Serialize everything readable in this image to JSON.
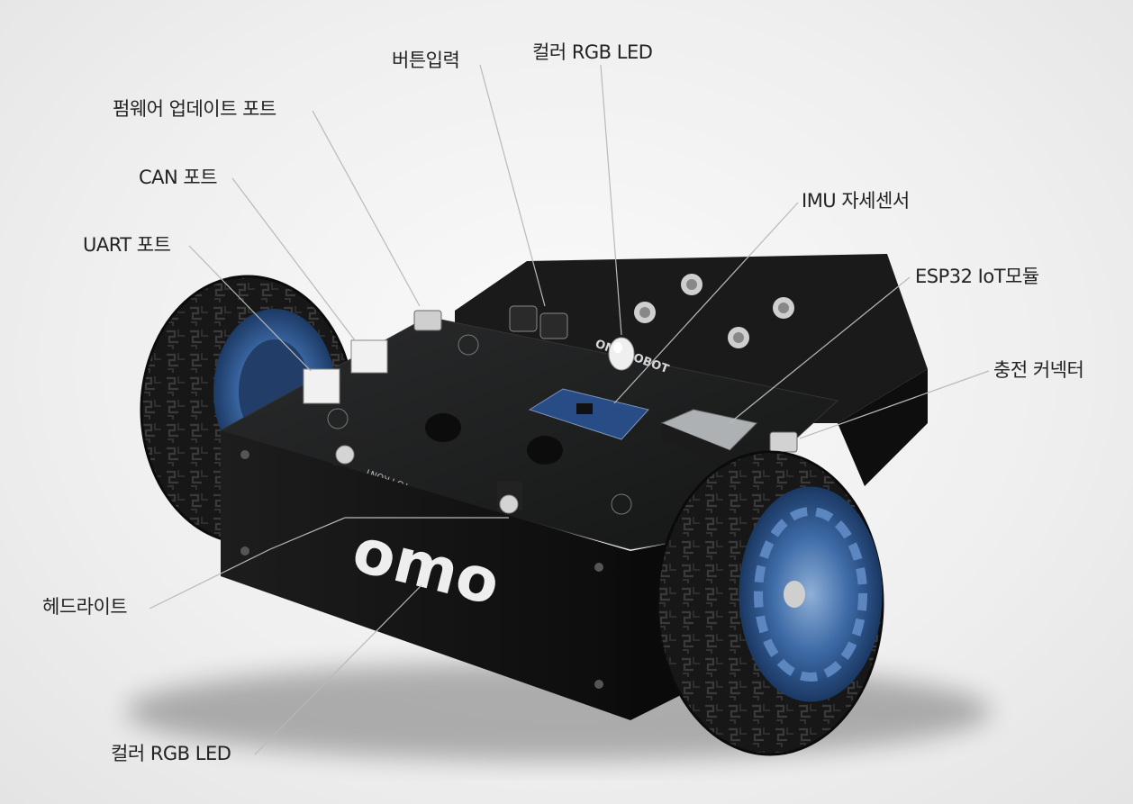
{
  "labels": {
    "button_input": "버튼입력",
    "color_rgb_led_top": "컬러 RGB LED",
    "firmware_port": "펌웨어 업데이트 포트",
    "can_port": "CAN 포트",
    "uart_port": "UART 포트",
    "imu_sensor": "IMU 자세센서",
    "esp32_module": "ESP32 IoT모듈",
    "charging_connector": "충전 커넥터",
    "headlight": "헤드라이트",
    "color_rgb_led_bottom": "컬러 RGB LED"
  },
  "robot": {
    "logo_text": "omo",
    "pcb_text": "OMOROBOT",
    "front_text": "TO FRONT"
  },
  "colors": {
    "body": "#151515",
    "pcb": "#1b1c1d",
    "wheel_rim": "#3d6aa6",
    "tire": "#1a1a1a",
    "leader_line": "#b9b9b9",
    "label_text": "#222222"
  }
}
